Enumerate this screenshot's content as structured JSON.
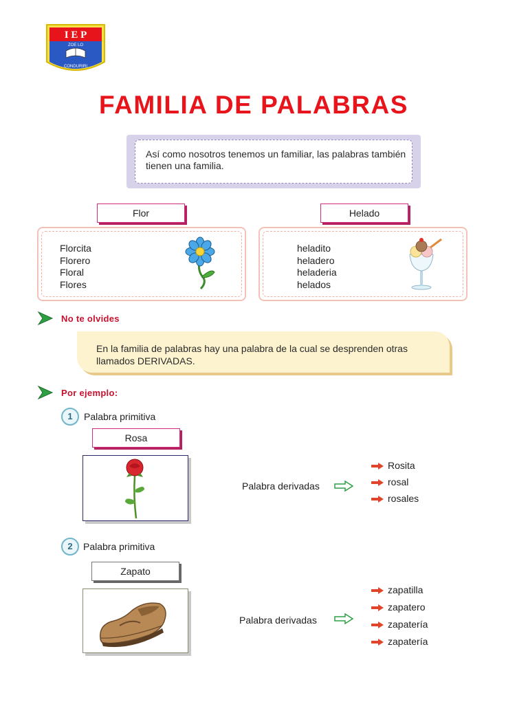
{
  "logo": {
    "initials": "I E P",
    "motto": "ZOE LO",
    "place": "CONDURIRI"
  },
  "title": "FAMILIA DE PALABRAS",
  "intro": "Así como nosotros tenemos un familiar, las palabras también tienen una familia.",
  "families": [
    {
      "label": "Flor",
      "words": [
        "Florcita",
        "Florero",
        "Floral",
        "Flores"
      ],
      "icon": "flower-icon"
    },
    {
      "label": "Helado",
      "words": [
        "heladito",
        "heladero",
        "heladeria",
        "helados"
      ],
      "icon": "ice-cream-icon"
    }
  ],
  "reminder": {
    "heading": "No te olvides",
    "text": "En la familia de palabras hay una palabra de la cual se desprenden otras llamados DERIVADAS."
  },
  "example": {
    "heading": "Por ejemplo:",
    "steps": [
      {
        "number": "1",
        "label": "Palabra primitiva",
        "word": "Rosa",
        "derived_label": "Palabra derivadas",
        "derived": [
          "Rosita",
          "rosal",
          "rosales"
        ],
        "icon": "rose-icon"
      },
      {
        "number": "2",
        "label": "Palabra primitiva",
        "word": "Zapato",
        "derived_label": "Palabra derivadas",
        "derived": [
          "zapatilla",
          "zapatero",
          "zapatería",
          "zapatería"
        ],
        "icon": "shoe-icon"
      }
    ]
  },
  "colors": {
    "title": "#e8141b",
    "accent_pink": "#cf2a7a",
    "bullet_red": "#e0452b",
    "arrow_green": "#2ea043"
  }
}
